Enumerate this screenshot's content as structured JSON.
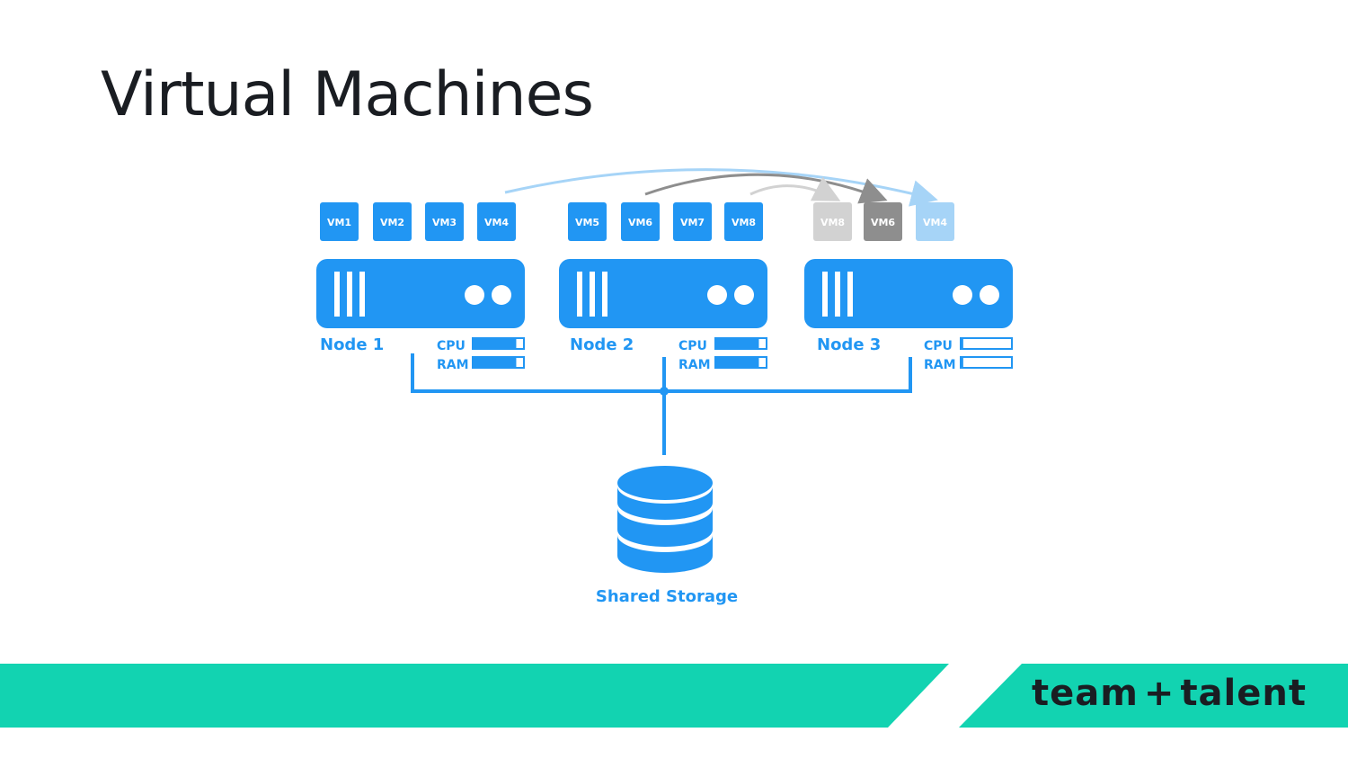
{
  "slide": {
    "title": "Virtual Machines"
  },
  "colors": {
    "accent": "#2196f3",
    "teal": "#12d3b1",
    "light_blue": "#a6d4f7",
    "gray": "#8e8e8e",
    "light_gray": "#d2d2d2"
  },
  "nodes": [
    {
      "label": "Node 1",
      "vms": [
        "VM1",
        "VM2",
        "VM3",
        "VM4"
      ],
      "cpu": 0.85,
      "ram": 0.85
    },
    {
      "label": "Node 2",
      "vms": [
        "VM5",
        "VM6",
        "VM7",
        "VM8"
      ],
      "cpu": 0.85,
      "ram": 0.85
    },
    {
      "label": "Node 3",
      "vms_ghost": [
        "VM8",
        "VM6",
        "VM4"
      ],
      "cpu": 0.05,
      "ram": 0.05
    }
  ],
  "resources": {
    "cpu_label": "CPU",
    "ram_label": "RAM"
  },
  "storage": {
    "label": "Shared Storage"
  },
  "brand": {
    "left": "team",
    "separator": "+",
    "right": "talent"
  }
}
